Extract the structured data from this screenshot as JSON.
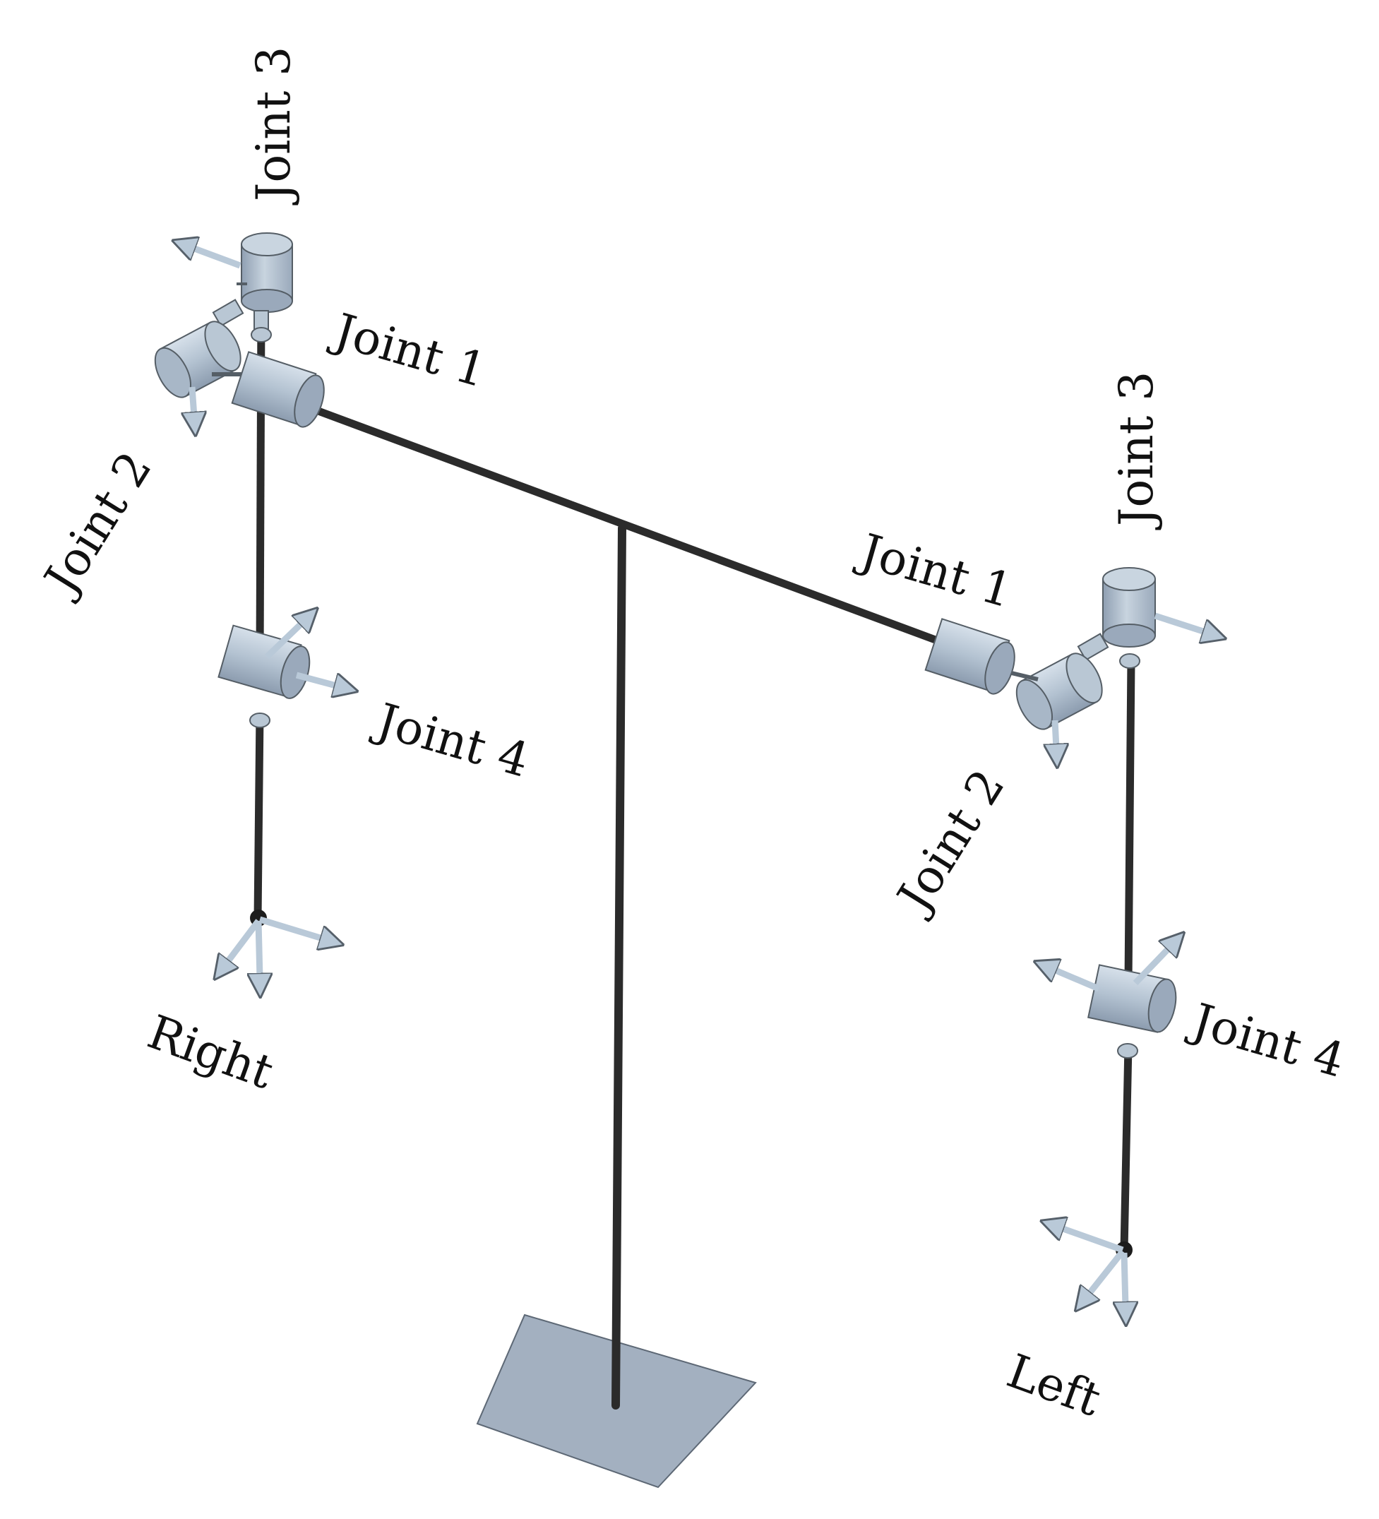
{
  "labels": {
    "right_joint1": "Joint 1",
    "right_joint2": "Joint 2",
    "right_joint3": "Joint 3",
    "right_joint4": "Joint 4",
    "right_end": "Right",
    "left_joint1": "Joint 1",
    "left_joint2": "Joint 2",
    "left_joint3": "Joint 3",
    "left_joint4": "Joint 4",
    "left_end": "Left"
  },
  "colors": {
    "background": "#ffffff",
    "rod": "#2b2b2b",
    "joint_fill": "#b9c7d4",
    "joint_stroke": "#555e66",
    "base_plate": "#a3b0c0",
    "arrow": "#b9c9d8",
    "label": "#111111"
  },
  "icons": {
    "joint": "cylinder-joint-icon",
    "axis": "arrow-icon"
  }
}
